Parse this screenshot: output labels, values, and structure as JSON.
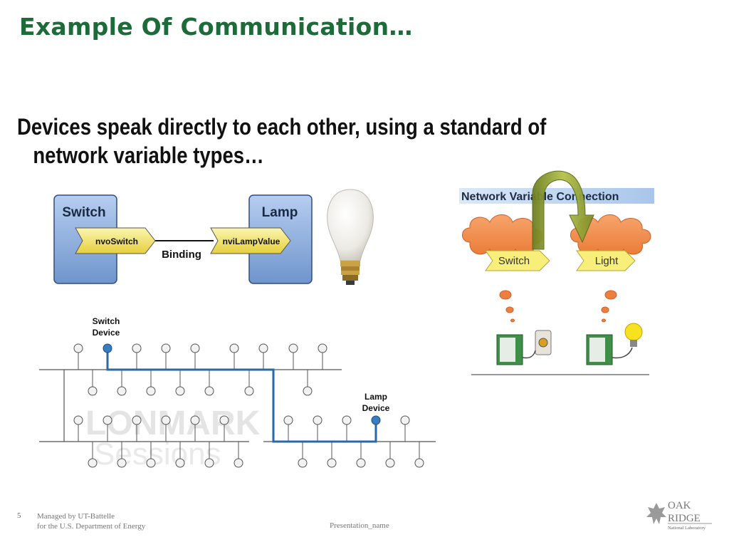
{
  "slide": {
    "title": "Example Of Communication…",
    "bullet_line1": "Devices speak directly to each other, using a standard of",
    "bullet_line2": "network variable types…"
  },
  "binding_diagram": {
    "switch_label": "Switch",
    "lamp_label": "Lamp",
    "output_var": "nvoSwitch",
    "input_var": "nviLampValue",
    "binding_label": "Binding"
  },
  "network_diagram": {
    "switch_device_line1": "Switch",
    "switch_device_line2": "Device",
    "lamp_device_line1": "Lamp",
    "lamp_device_line2": "Device",
    "watermark_top": "LONMARK",
    "watermark_bottom": "Sessions"
  },
  "nv_connection": {
    "title": "Network Variable Connection",
    "left_label": "Switch",
    "right_label": "Light"
  },
  "footer": {
    "page_number": "5",
    "managed_line1": "Managed by UT-Battelle",
    "managed_line2": "for the U.S. Department of Energy",
    "presentation": "Presentation_name",
    "logo_line1": "OAK",
    "logo_line2": "RIDGE",
    "logo_line3": "National Laboratory"
  },
  "colors": {
    "title": "#1d6b38",
    "box_blue": "#8fb0dc",
    "arrow_yellow": "#f5e96a",
    "cloud_orange": "#f08a4b",
    "bus_line": "#2a68a8"
  }
}
